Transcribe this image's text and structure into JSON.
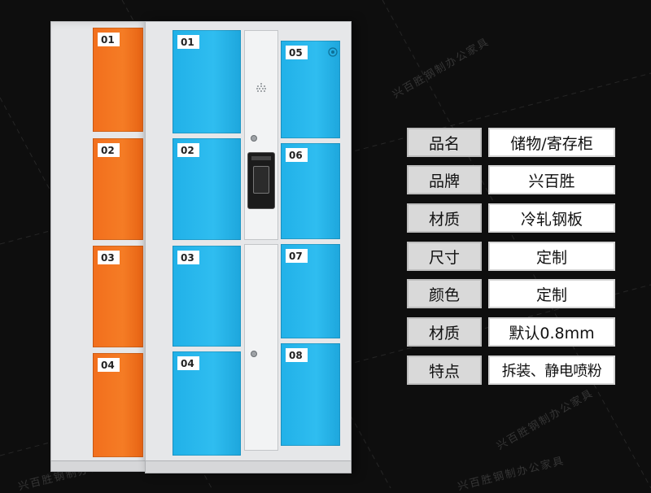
{
  "locker": {
    "colors": {
      "left": "#f57c25",
      "front": "#2fbdf0",
      "frame": "#e6e7e9"
    },
    "left_doors": [
      "01",
      "02",
      "03",
      "04"
    ],
    "front_left_doors": [
      "01",
      "02",
      "03",
      "04"
    ],
    "front_right_doors": [
      "05",
      "06",
      "07",
      "08"
    ],
    "icons": [
      "speaker-grille-icon",
      "keypad-terminal-icon",
      "sensor-icon",
      "lock-icon"
    ]
  },
  "specs": [
    {
      "label": "品名",
      "value": "储物/寄存柜"
    },
    {
      "label": "品牌",
      "value": "兴百胜"
    },
    {
      "label": "材质",
      "value": "冷轧钢板"
    },
    {
      "label": "尺寸",
      "value": "定制"
    },
    {
      "label": "颜色",
      "value": "定制"
    },
    {
      "label": "材质",
      "value": "默认0.8mm"
    },
    {
      "label": "特点",
      "value": "拆装、静电喷粉"
    }
  ],
  "watermark": "兴百胜钢制办公家具"
}
